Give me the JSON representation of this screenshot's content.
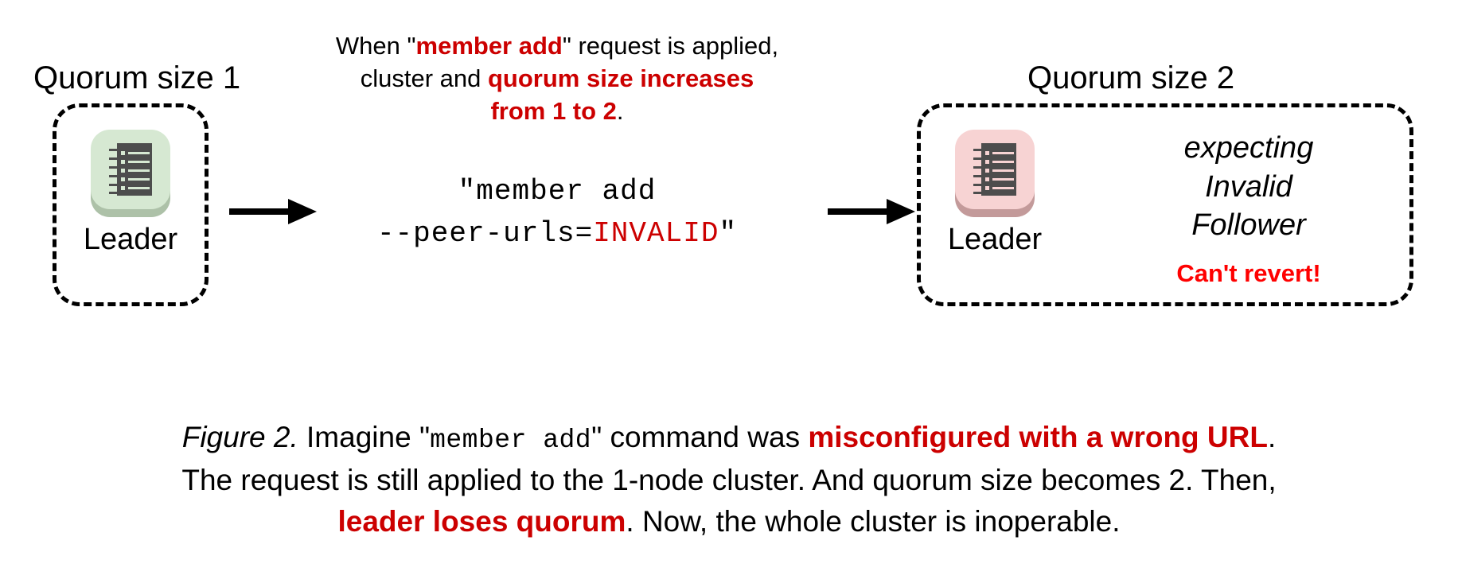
{
  "figure": {
    "left_cluster": {
      "title": "Quorum size 1",
      "node_label": "Leader",
      "icon": "server-ledger-icon",
      "tile_color": "#d6e8d2",
      "shadow_color": "#adc1a8"
    },
    "right_cluster": {
      "title": "Quorum size 2",
      "node_label": "Leader",
      "icon": "server-ledger-icon",
      "tile_color": "#f7d3d3",
      "shadow_color": "#c39a9a",
      "expecting_line_1": "expecting",
      "expecting_line_2": "Invalid",
      "expecting_line_3": "Follower",
      "cant_revert": "Can't revert!"
    },
    "top_note": {
      "seg_1": "When \"",
      "seg_2_red_bold": "member add",
      "seg_3": "\" request is applied,",
      "seg_4": "cluster and ",
      "seg_5_red_bold": "quorum size increases",
      "seg_6_red_bold": "from 1 to 2",
      "seg_7": "."
    },
    "command": {
      "line_1": "\"member add",
      "line_2_prefix": "--peer-urls=",
      "line_2_red": "INVALID",
      "line_2_suffix": "\""
    },
    "arrows": {
      "left_arrow": "arrow-right-icon",
      "right_arrow": "arrow-right-icon"
    },
    "caption": {
      "label_italic": "Figure 2.",
      "seg_1": " Imagine \"",
      "seg_2_mono": "member add",
      "seg_3": "\" command was ",
      "seg_4_red_bold": "misconfigured with a wrong URL",
      "seg_5": ".",
      "seg_6": "The request is still applied to the 1-node cluster. And quorum size becomes 2. Then,",
      "seg_7_red_bold": "leader loses quorum",
      "seg_8": ". Now, the whole cluster is inoperable."
    },
    "colors": {
      "accent_red_dark": "#CC0000",
      "accent_red_pure": "#FF0000",
      "icon_dark": "#4d4d4d",
      "background": "#ffffff"
    }
  }
}
